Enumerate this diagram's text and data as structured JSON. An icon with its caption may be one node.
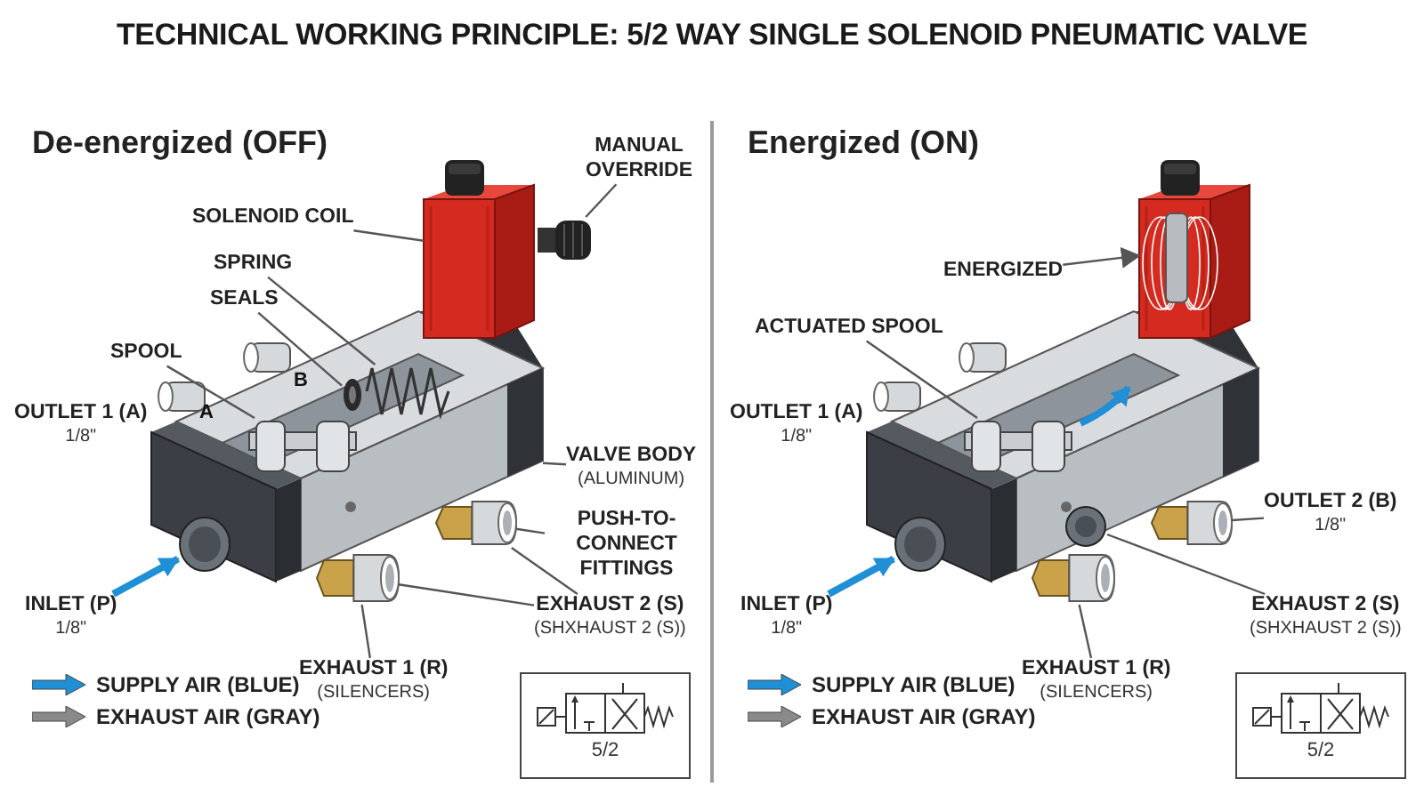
{
  "diagram": {
    "title": "TECHNICAL WORKING PRINCIPLE: 5/2 WAY SINGLE SOLENOID PNEUMATIC VALVE",
    "nodes": [
      {
        "text": [
          "De-energized (OFF)"
        ]
      },
      {
        "text": [
          "Energized (ON)"
        ]
      },
      {
        "text": [
          "MANUAL OVERRIDE"
        ]
      },
      {
        "text": [
          "SOLENOID COIL"
        ]
      },
      {
        "text": [
          "SPRING"
        ]
      },
      {
        "text": [
          "SEALS"
        ]
      },
      {
        "text": [
          "SPOOL"
        ]
      },
      {
        "text": [
          "OUTLET 1 (A)",
          "1/8\""
        ]
      },
      {
        "text": [
          "VALVE BODY",
          "(ALUMINUM)"
        ]
      },
      {
        "text": [
          "PUSH-TO-CONNECT FITTINGS"
        ]
      },
      {
        "text": [
          "INLET (P)",
          "1/8\""
        ]
      },
      {
        "text": [
          "EXHAUST 2 (S)",
          "(SHXHAUST 2 (S))"
        ]
      },
      {
        "text": [
          "EXHAUST 1 (R)",
          "(SILENCERS)"
        ]
      },
      {
        "text": [
          "5/2"
        ]
      },
      {
        "text": [],
        "shape": "picture"
      },
      {
        "text": [],
        "shape": "picture"
      },
      {
        "text": [],
        "shape": "picture"
      },
      {
        "text": [],
        "shape": "picture",
        "in": 14
      },
      {
        "text": [],
        "shape": "picture",
        "in": 14
      },
      {
        "text": [],
        "shape": "picture",
        "in": 14
      },
      {
        "text": [],
        "shape": "picture"
      },
      {
        "text": [],
        "shape": "picture"
      },
      {
        "text": [],
        "shape": "circle"
      },
      {
        "text": [
          "ENERGIZED"
        ]
      },
      {
        "text": [
          "ACTUATED SPOOL"
        ]
      },
      {
        "text": [
          "OUTLET 1 (A)",
          "1/8\""
        ]
      },
      {
        "text": [
          "OUTLET 2 (B)",
          "1/8\""
        ]
      },
      {
        "text": [
          "INLET (P)",
          "1/8\""
        ]
      },
      {
        "text": [
          "EXHAUST 2 (S)",
          "(SHXHAUST 2 (S))"
        ]
      },
      {
        "text": [
          "EXHAUST 1 (R)",
          "(SILENCERS)"
        ]
      },
      {
        "text": [
          "5/2"
        ]
      },
      {
        "text": [],
        "shape": "picture"
      },
      {
        "text": [],
        "shape": "picture"
      },
      {
        "text": [],
        "shape": "picture",
        "in": 31
      },
      {
        "text": [],
        "shape": "picture"
      },
      {
        "text": [],
        "shape": "picture"
      },
      {
        "text": [],
        "shape": "circle"
      },
      {
        "text": [],
        "shape": "circle"
      }
    ],
    "edges": [
      {
        "from": 2,
        "to": 16,
        "arrow": "none"
      },
      {
        "from": 3,
        "to": 15,
        "arrow": "none"
      },
      {
        "from": 4,
        "to": 17,
        "arrow": "none"
      },
      {
        "from": 5,
        "to": 18,
        "arrow": "none"
      },
      {
        "from": 6,
        "to": 19,
        "arrow": "none"
      },
      {
        "from": 8,
        "to": 14,
        "arrow": "none"
      },
      {
        "from": 9,
        "to": 20,
        "arrow": "none"
      },
      {
        "from": 10,
        "to": 22,
        "arrow": "to",
        "style": "thick",
        "color": "#1f8fd6"
      },
      {
        "from": 11,
        "to": 20,
        "arrow": "none"
      },
      {
        "from": 11,
        "to": 21,
        "arrow": "none"
      },
      {
        "from": 12,
        "to": 21,
        "arrow": "none"
      },
      {
        "from": 23,
        "to": 32,
        "arrow": "to"
      },
      {
        "from": 24,
        "to": 33,
        "arrow": "none"
      },
      {
        "from": 26,
        "to": 34,
        "arrow": "none"
      },
      {
        "from": 27,
        "to": 36,
        "arrow": "to",
        "style": "thick",
        "color": "#1f8fd6"
      },
      {
        "from": 28,
        "to": 37,
        "arrow": "none"
      },
      {
        "from": 29,
        "to": 35,
        "arrow": "none"
      }
    ],
    "labels": [
      "A",
      "B"
    ],
    "legend": [
      {
        "text": "SUPPLY AIR (BLUE)",
        "color": "#1f8fd6"
      },
      {
        "text": "EXHAUST AIR (GRAY)",
        "color": "#8a8a8a"
      },
      {
        "text": "SUPPLY AIR (BLUE)",
        "color": "#1f8fd6"
      },
      {
        "text": "EXHAUST AIR (GRAY)",
        "color": "#8a8a8a"
      }
    ]
  }
}
